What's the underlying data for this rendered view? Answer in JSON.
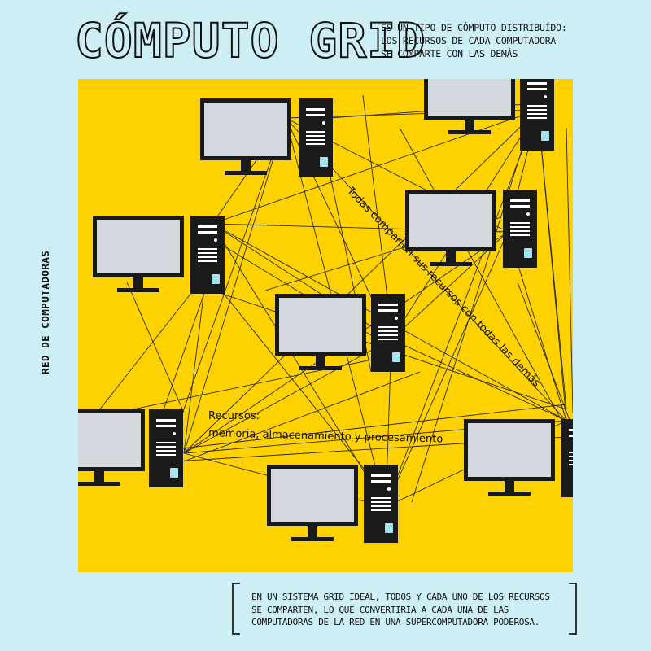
{
  "title": "CÓMPUTO GRID",
  "intro_lines": [
    "ES UN TIPO DE CÓMPUTO DISTRIBUÍDO:",
    "LOS RECURSOS DE CADA COMPUTADORA",
    "SE COMPARTE CON LAS DEMÁS"
  ],
  "side_label": "RED DE COMPUTADORAS",
  "annotation_shared": "Todas comparten sus recursos con todas las demás",
  "annotation_resources_title": "Recursos:",
  "annotation_resources_detail": "memoria, almacenamiento y procesamiento",
  "footer_lines": [
    "EN UN SISTEMA GRID IDEAL, TODOS Y CADA UNO DE LOS RECURSOS",
    "SE COMPARTEN, LO QUE CONVERTIRÍA A CADA UNA DE LAS",
    "COMPUTADORAS DE LA RED EN UNA SUPERCOMPUTADORA PODEROSA."
  ],
  "colors": {
    "background": "#cdeef5",
    "panel": "#fed100",
    "monitor_frame": "#1a1a1a",
    "monitor_screen": "#d4d8de",
    "tower_accent": "#a8e4ee"
  },
  "icons": [
    "desktop-monitor-icon",
    "computer-tower-icon"
  ]
}
